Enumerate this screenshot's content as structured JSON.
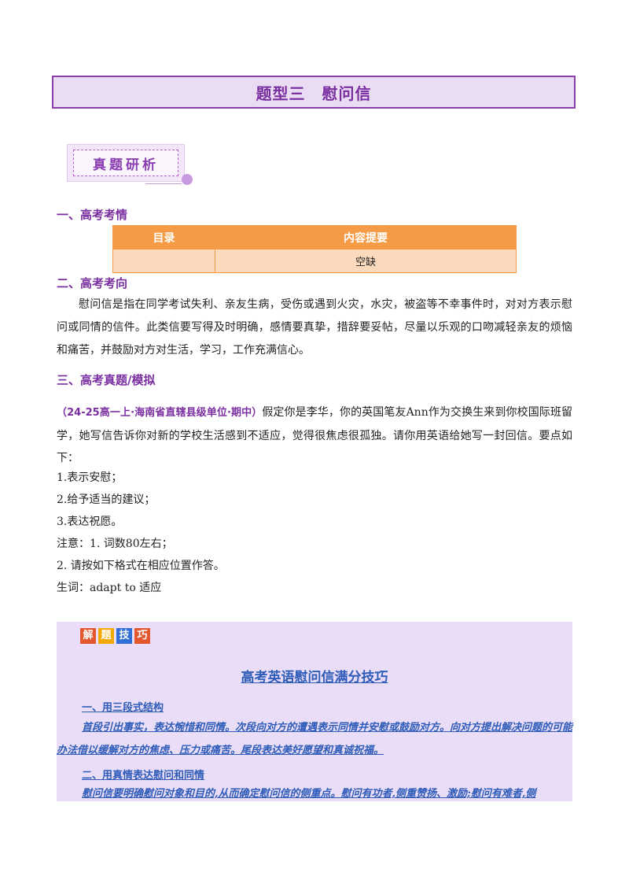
{
  "title": "题型三　慰问信",
  "badge": "真题研析",
  "section1": {
    "heading": "一、高考考情",
    "table": {
      "headers": [
        "目录",
        "内容提要"
      ],
      "row": [
        "",
        "空缺"
      ]
    }
  },
  "section2": {
    "heading": "二、高考考向",
    "text": "慰问信是指在同学考试失利、亲友生病，受伤或遇到火灾，水灾，被盗等不幸事件时，对对方表示慰问或同情的信件。此类信要写得及时明确，感情要真挚，措辞要妥帖，尽量以乐观的口吻减轻亲友的烦恼和痛苦，并鼓励对方对生活，学习，工作充满信心。"
  },
  "section3": {
    "heading": "三、高考真题/模拟",
    "source": "（24-25高一上·海南省直辖县级单位·期中）",
    "prompt": "假定你是李华，你的英国笔友Ann作为交换生来到你校国际班留学，她写信告诉你对新的学校生活感到不适应，觉得很焦虑很孤独。请你用英语给她写一封回信。要点如下：",
    "points": [
      "1.表示安慰；",
      "2.给予适当的建议；",
      "3.表达祝愿。"
    ],
    "note1": "注意：1. 词数80左右；",
    "note2": "2. 请按如下格式在相应位置作答。",
    "vocab": "生词：adapt to  适应"
  },
  "tips": {
    "tags": [
      "解",
      "题",
      "技",
      "巧"
    ],
    "tag_colors": [
      "#e4572e",
      "#f2a900",
      "#2f6fd6",
      "#e4572e"
    ],
    "title": "高考英语慰问信满分技巧",
    "h1": "一、用三段式结构",
    "p1": "首段引出事实，表达惋惜和同情。次段向对方的遭遇表示同情并安慰或鼓励对方。向对方提出解决问题的可能办法借以缓解对方的焦虑、压力或痛苦。尾段表达美好愿望和真诚祝福。",
    "h2": "二、用真情表达慰问和同情",
    "p2": "慰问信要明确慰问对象和目的,从而确定慰问信的侧重点。慰问有功者,侧重赞扬、激励;慰问有难者,侧"
  }
}
